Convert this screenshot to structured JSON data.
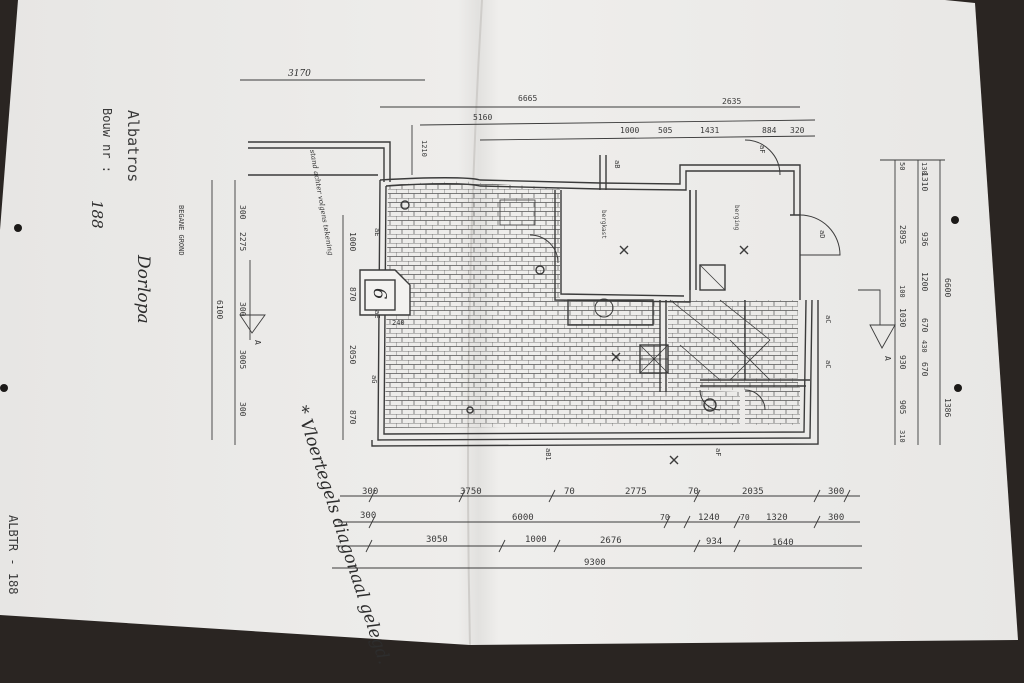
{
  "title": "Albatros",
  "bouw_label": "Bouw nr :",
  "bouw_number": "188",
  "begane_grond": "BEGANE GROND",
  "signature": "Dorlopa",
  "side_code": "ALBTR - 188",
  "handwritten_note": "* Vloertegels diagonaal gelegd.",
  "handwritten_small": "stand achter volgens tekening",
  "dims_top": {
    "d1": "6665",
    "d2": "2635",
    "d3": "5160",
    "d4": "1000",
    "d5": "505",
    "d6": "1431",
    "d7": "884",
    "d8": "320",
    "d_top_left": "3170",
    "d_small": "1210"
  },
  "dims_left": [
    "1000",
    "870",
    "240",
    "2050",
    "870",
    "300",
    "2275",
    "300",
    "3005",
    "300",
    "6100"
  ],
  "dims_right": [
    "6600",
    "1310",
    "2895",
    "936",
    "1200",
    "100",
    "670",
    "430",
    "1030",
    "670",
    "930",
    "905",
    "310",
    "1386",
    "130",
    "50"
  ],
  "dims_bottom_row1": [
    "300",
    "3750",
    "70",
    "2775",
    "70",
    "2035",
    "300"
  ],
  "dims_bottom_row2": [
    "300",
    "6000",
    "70",
    "1240",
    "70",
    "1320",
    "300"
  ],
  "dims_bottom_row3": [
    "3050",
    "1000",
    "2676",
    "934",
    "1640"
  ],
  "dims_bottom_total": "9300",
  "room_codes": [
    "aB",
    "aE",
    "aE",
    "aB1",
    "aF",
    "aD",
    "aC",
    "aC",
    "aF",
    "aG"
  ],
  "room_labels": [
    "bergkast",
    "berging",
    "6"
  ],
  "section_marks": [
    "A",
    "A"
  ],
  "colors": {
    "paper": "#ecebe9",
    "ink": "#3b3b3b",
    "background": "#2a2522"
  }
}
